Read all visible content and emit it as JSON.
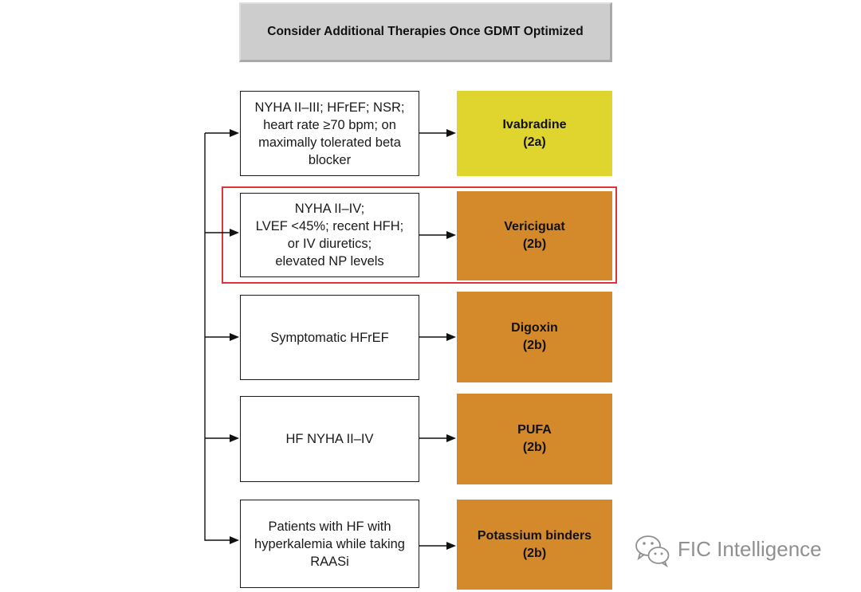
{
  "header": {
    "title": "Consider Additional Therapies Once GDMT Optimized"
  },
  "rows": [
    {
      "criteria": [
        "NYHA II–III; HFrEF; NSR;",
        "heart rate ≥70 bpm; on",
        "maximally tolerated beta",
        "blocker"
      ],
      "therapy": "Ivabradine",
      "class": "(2a)",
      "color": "#E0D42F"
    },
    {
      "criteria": [
        "NYHA II–IV;",
        "LVEF <45%; recent HFH;",
        "or IV diuretics;",
        "elevated NP levels"
      ],
      "therapy": "Vericiguat",
      "class": "(2b)",
      "color": "#D4892B",
      "highlighted": true
    },
    {
      "criteria": [
        "Symptomatic HFrEF"
      ],
      "therapy": "Digoxin",
      "class": "(2b)",
      "color": "#D4892B"
    },
    {
      "criteria": [
        "HF NYHA II–IV"
      ],
      "therapy": "PUFA",
      "class": "(2b)",
      "color": "#D4892B"
    },
    {
      "criteria": [
        "Patients with HF with",
        "hyperkalemia while taking",
        "RAASi"
      ],
      "therapy": "Potassium binders",
      "class": "(2b)",
      "color": "#D4892B"
    }
  ],
  "colors": {
    "header_fill": "#CDCDCD",
    "highlight_border": "#E0343B",
    "line": "#111111",
    "watermark": "#909090"
  },
  "watermark": {
    "text": "FIC Intelligence",
    "icon": "wechat-icon"
  }
}
